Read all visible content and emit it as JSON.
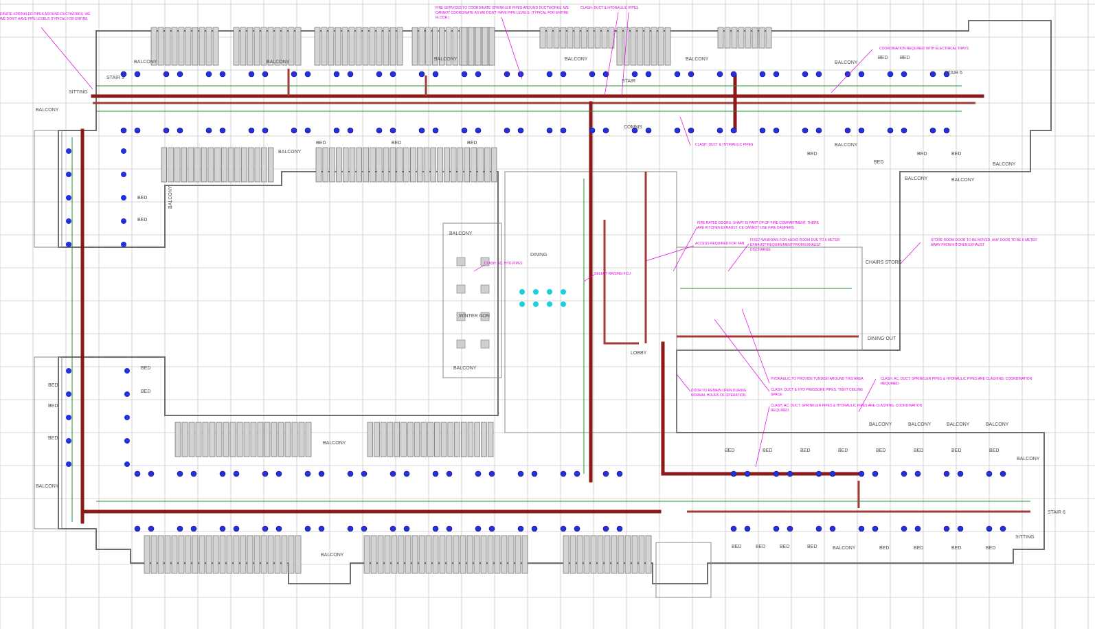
{
  "notes": [
    "DINATE SPRINKLER PIPES AROUND DUCTWORKS. WE",
    "WE DON'T HAVE PIPE LEVELS (TYPICAL FOR ENTIRE",
    "FIRE SERVICES TO COORDINATE SPRINKLER PIPES AROUND DUCTWORKS. WE",
    "CANNOT COORDINATE AS WE DON'T HAVE PIPE LEVELS. (TYPICAL FOR ENTIRE",
    "FLOOR.)",
    "CLASH: DUCT & HYDRAULIC PIPES",
    "COORDINATION REQUIRED WITH ELECTRICAL TRAYS",
    "CLASH: DUCT & HYDRAULIC PIPES",
    "FIRE RATED DOORS. SHAFT IS PART OF GF FIRE COMPARTMENT. THERE",
    "ARE KITCHEN EXHAUST. CE CANNOT USE FIRE DAMPERS",
    "ACCESS REQUIRED FOR FAN",
    "FIXED WINDOWS FOR AUDIO ROOM DUE TO 6 METER",
    "EXHAUST REQUIREMENT FROM EXHAUST",
    "DISCHARGE",
    "STORE ROOM DOOR TO BE MOVED. ANY DOOR TO BE 6 METER",
    "AWAY FROM KITCHEN EXHAUST",
    "CLASH: AC, HYD PIPES",
    "SELECT RAISING FCU",
    "HYDRAULIC TO PROVIDE TUNDISH AROUND THIS AREA",
    "CLASH: DUCT & HYD PRESSURE PIPES. TIGHT CEILING",
    "SPACE",
    "DOOR TO REMAIN OPEN DURING",
    "NORMAL HOURS OF OPERATION",
    "CLASH: AC, DUCT, SPRINKLER PIPES & HYDRAULIC PIPES ARE CLASHING. COORDINATION",
    "REQUIRED",
    "CLASH: AC, DUCT, SPRINKLER PIPES & HYDRAULIC PIPES ARE CLASHING. COORDINATION",
    "REQUIRED"
  ],
  "rooms": [
    "BALCONY",
    "BALCONY",
    "BALCONY",
    "BALCONY",
    "BALCONY",
    "BALCONY",
    "BALCONY",
    "BALCONY",
    "BALCONY",
    "BALCONY",
    "BALCONY",
    "BALCONY",
    "BALCONY",
    "BALCONY",
    "BALCONY",
    "BALCONY",
    "BALCONY",
    "BALCONY",
    "BALCONY",
    "BALCONY",
    "BALCONY",
    "BALCONY",
    "BALCONY",
    "BALCONY",
    "BED",
    "BED",
    "BED",
    "BED",
    "BED",
    "BED",
    "BED",
    "BED",
    "BED",
    "BED",
    "BED",
    "BED",
    "BED",
    "BED",
    "BED",
    "BED",
    "BED",
    "BED",
    "BED",
    "BED",
    "BED",
    "BED",
    "BED",
    "BED",
    "BED",
    "BED",
    "BED",
    "BED",
    "BED",
    "BED",
    "BED",
    "BED",
    "DINING",
    "WINTER GDN",
    "LOBBY",
    "COMMS",
    "CHAIRS STORE",
    "DINING OUT",
    "STAIR 3",
    "STAIR 5",
    "STAIR 6",
    "STAIR",
    "SITTING",
    "SITTING"
  ]
}
